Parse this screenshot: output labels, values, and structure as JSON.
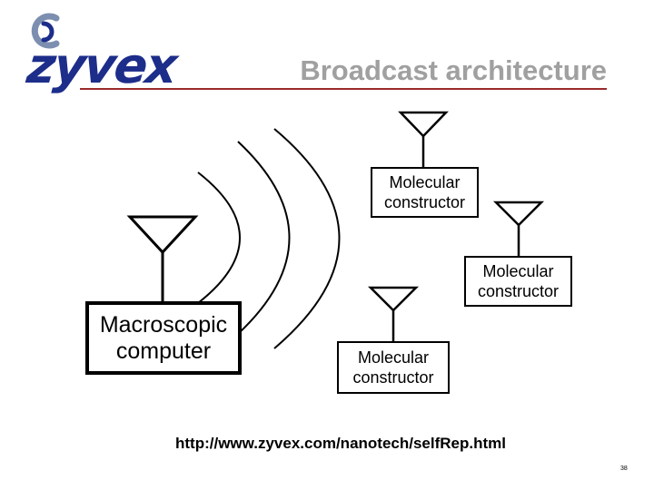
{
  "slide": {
    "logo_text": "zyvex",
    "title": "Broadcast architecture",
    "url": "http://www.zyvex.com/nanotech/selfRep.html",
    "page_number": "38"
  },
  "computer": {
    "label": "Macroscopic\ncomputer"
  },
  "constructors": [
    {
      "label": "Molecular\nconstructor"
    },
    {
      "label": "Molecular\nconstructor"
    },
    {
      "label": "Molecular\nconstructor"
    }
  ],
  "colors": {
    "logo": "#1c2d8a",
    "logo_swirl": "#7d8fb0",
    "title": "#a0a0a0",
    "rule": "#9a2a2a"
  }
}
